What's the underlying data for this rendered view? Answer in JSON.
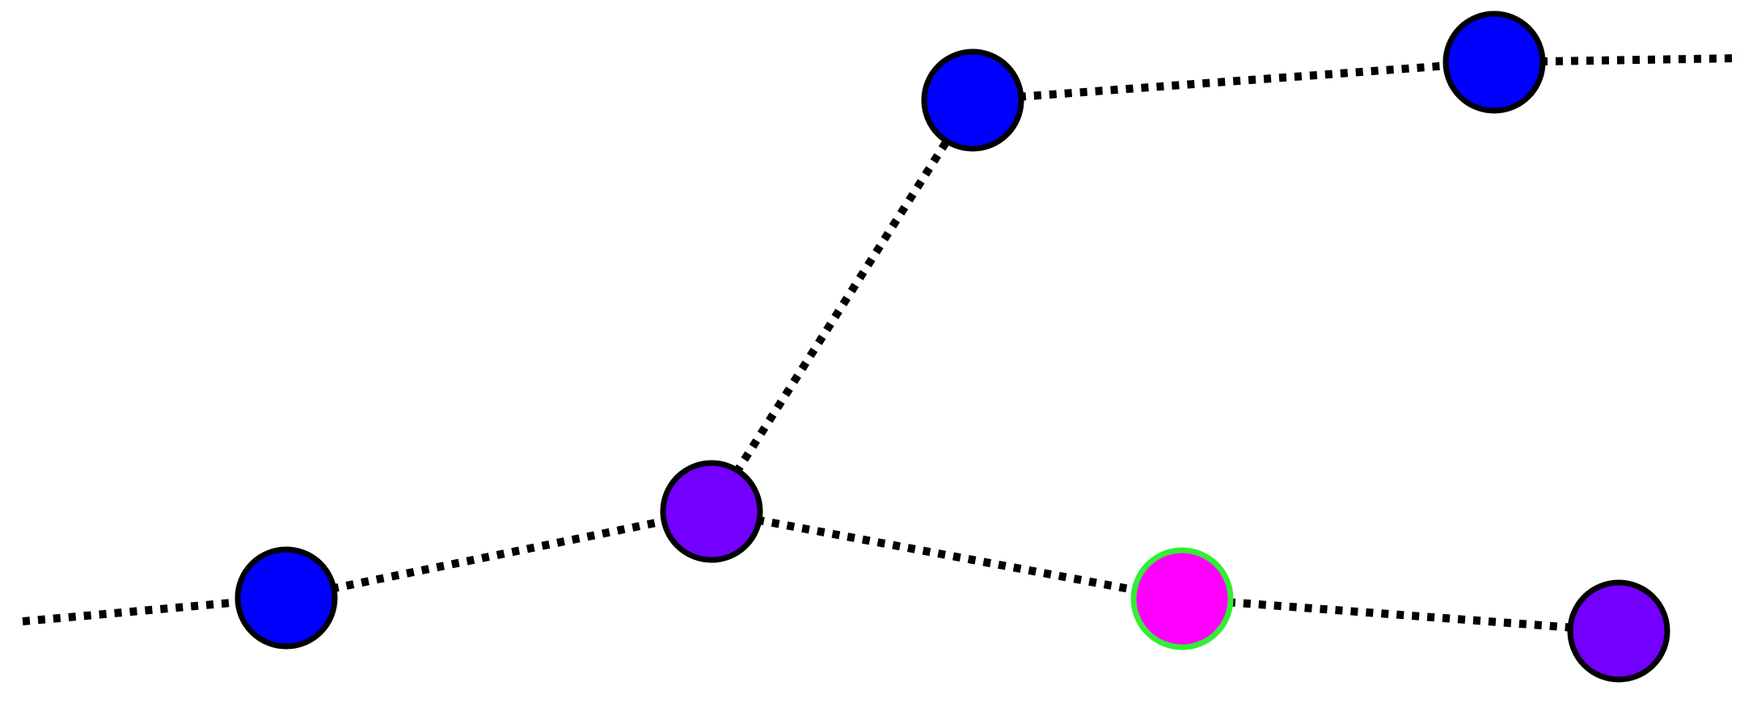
{
  "diagram": {
    "type": "graph",
    "colors": {
      "blue": "#0000ff",
      "purple": "#7300ff",
      "magenta": "#ff00ff",
      "outline": "#000000",
      "highlight_outline": "#33ee33",
      "edge": "#000000"
    },
    "nodes": [
      {
        "id": "blue-left",
        "color": "blue",
        "outline": "outline"
      },
      {
        "id": "purple-center",
        "color": "purple",
        "outline": "outline"
      },
      {
        "id": "blue-top-center",
        "color": "blue",
        "outline": "outline"
      },
      {
        "id": "blue-top-right",
        "color": "blue",
        "outline": "outline"
      },
      {
        "id": "magenta-highlighted",
        "color": "magenta",
        "outline": "highlight_outline"
      },
      {
        "id": "purple-right",
        "color": "purple",
        "outline": "outline"
      }
    ],
    "edges": [
      {
        "from": "offscreen-left",
        "to": "blue-left",
        "style": "dotted"
      },
      {
        "from": "blue-left",
        "to": "purple-center",
        "style": "dotted"
      },
      {
        "from": "purple-center",
        "to": "blue-top-center",
        "style": "dotted"
      },
      {
        "from": "blue-top-center",
        "to": "blue-top-right",
        "style": "dotted"
      },
      {
        "from": "blue-top-right",
        "to": "offscreen-right",
        "style": "dotted"
      },
      {
        "from": "purple-center",
        "to": "magenta-highlighted",
        "style": "dotted"
      },
      {
        "from": "magenta-highlighted",
        "to": "purple-right",
        "style": "dotted"
      }
    ]
  }
}
